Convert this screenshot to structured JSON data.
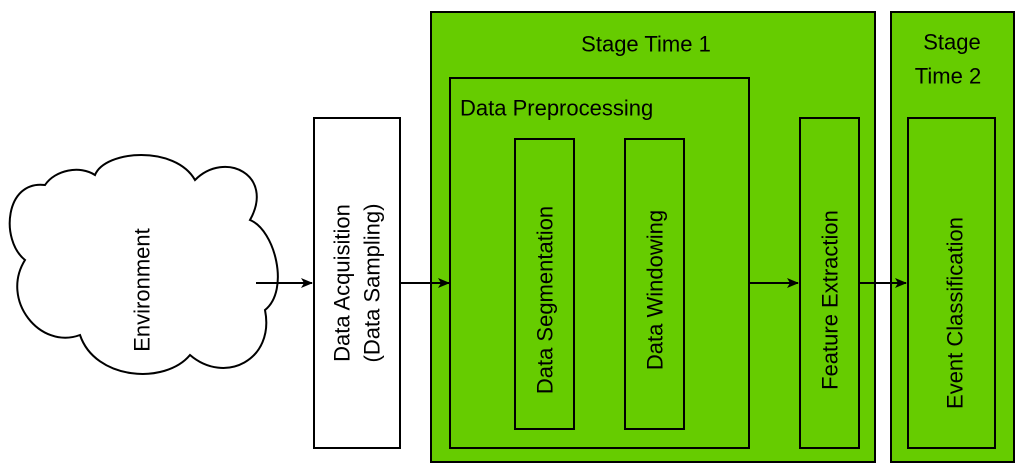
{
  "nodes": {
    "environment": {
      "label": "Environment"
    },
    "acquisition": {
      "label_line1": "Data Acquisition",
      "label_line2": "(Data Sampling)"
    },
    "stage1": {
      "label": "Stage Time 1"
    },
    "preprocessing": {
      "label": "Data Preprocessing"
    },
    "segmentation": {
      "label": "Data Segmentation"
    },
    "windowing": {
      "label": "Data Windowing"
    },
    "feature_extraction": {
      "label": "Feature Extraction"
    },
    "stage2": {
      "label_line1": "Stage",
      "label_line2": "Time 2"
    },
    "classification": {
      "label": "Event Classification"
    }
  },
  "edges": [
    {
      "from": "environment",
      "to": "acquisition"
    },
    {
      "from": "acquisition",
      "to": "preprocessing"
    },
    {
      "from": "preprocessing",
      "to": "feature_extraction"
    },
    {
      "from": "feature_extraction",
      "to": "classification"
    }
  ],
  "colors": {
    "stage_fill": "#66cc00",
    "box_fill": "#ffffff",
    "stroke": "#000000"
  }
}
